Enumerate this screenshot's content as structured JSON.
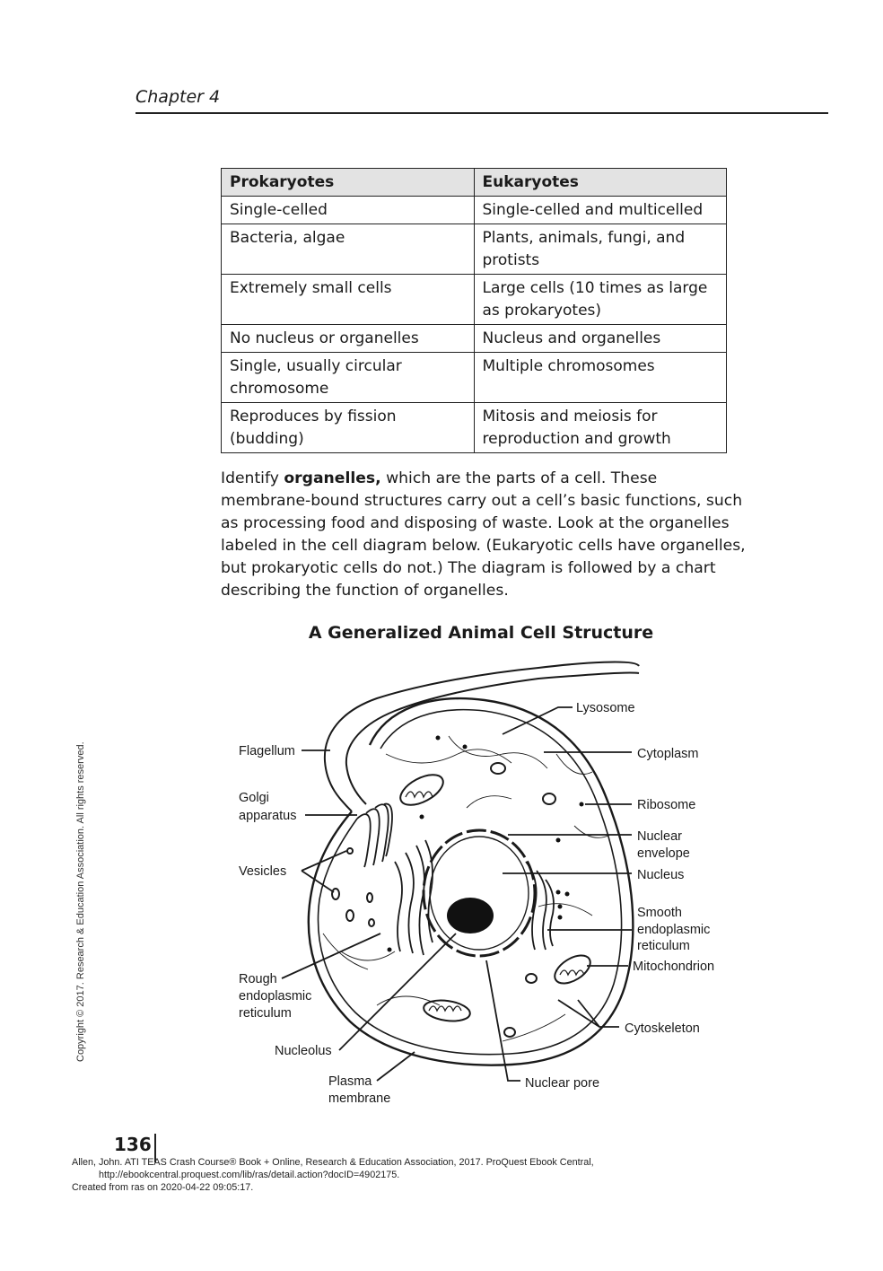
{
  "header": {
    "chapter": "Chapter 4"
  },
  "comparison_table": {
    "headers": [
      "Prokaryotes",
      "Eukaryotes"
    ],
    "rows": [
      [
        "Single-celled",
        "Single-celled and multicelled"
      ],
      [
        "Bacteria, algae",
        "Plants, animals, fungi, and protists"
      ],
      [
        "Extremely small cells",
        "Large cells (10 times as large as prokaryotes)"
      ],
      [
        "No nucleus or organelles",
        "Nucleus and organelles"
      ],
      [
        "Single, usually circular chromosome",
        "Multiple chromosomes"
      ],
      [
        "Reproduces by fission (budding)",
        "Mitosis and meiosis for reproduction and growth"
      ]
    ]
  },
  "intro": {
    "lead": "Identify ",
    "term": "organelles,",
    "rest": " which are the parts of a cell. These membrane-bound structures carry out a cell’s basic functions, such as processing food and disposing of waste. Look at the organelles labeled in the cell diagram below. (Eukaryotic cells have organelles, but prokaryotic cells do not.) The diagram is followed by a chart describing the function of organelles."
  },
  "diagram": {
    "title": "A Generalized Animal Cell Structure",
    "labels": {
      "lysosome": "Lysosome",
      "cytoplasm": "Cytoplasm",
      "flagellum": "Flagellum",
      "ribosome": "Ribosome",
      "golgi_1": "Golgi",
      "golgi_2": "apparatus",
      "nuclear_envelope_1": "Nuclear",
      "nuclear_envelope_2": "envelope",
      "vesicles": "Vesicles",
      "nucleus": "Nucleus",
      "smooth_er_1": "Smooth",
      "smooth_er_2": "endoplasmic",
      "smooth_er_3": "reticulum",
      "mitochondrion": "Mitochondrion",
      "rough_er_1": "Rough",
      "rough_er_2": "endoplasmic",
      "rough_er_3": "reticulum",
      "cytoskeleton": "Cytoskeleton",
      "nucleolus": "Nucleolus",
      "plasma_membrane_1": "Plasma",
      "plasma_membrane_2": "membrane",
      "nuclear_pore": "Nuclear pore"
    }
  },
  "side_copyright": "Copyright © 2017. Research & Education Association. All rights reserved.",
  "page_number": "136",
  "footer": {
    "line1": "Allen, John. ATI TEAS Crash Course® Book + Online, Research & Education Association, 2017. ProQuest Ebook Central,",
    "line2": "http://ebookcentral.proquest.com/lib/ras/detail.action?docID=4902175.",
    "line3": "Created from ras on 2020-04-22 09:05:17."
  }
}
